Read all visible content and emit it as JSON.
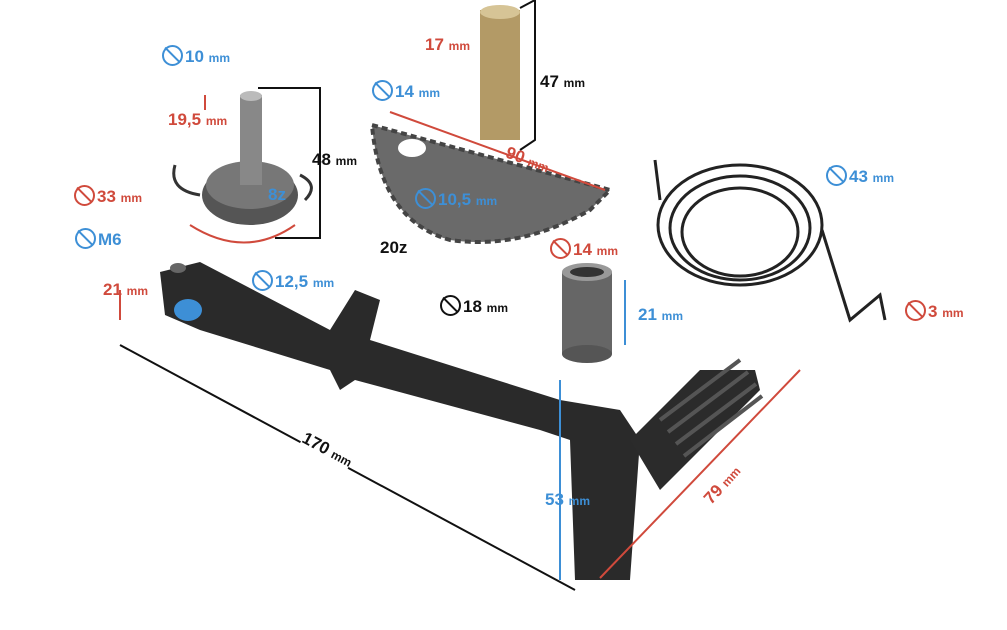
{
  "colors": {
    "red": "#d04a3c",
    "blue": "#3d8fd6",
    "black": "#111111",
    "part": "#2a2a2a"
  },
  "labels": {
    "d10": {
      "value": "10",
      "unit": "mm"
    },
    "h19_5": {
      "value": "19,5",
      "unit": "mm"
    },
    "h48": {
      "value": "48",
      "unit": "mm"
    },
    "z8": {
      "value": "8z"
    },
    "d33": {
      "value": "33",
      "unit": "mm"
    },
    "h17": {
      "value": "17",
      "unit": "mm"
    },
    "h47": {
      "value": "47",
      "unit": "mm"
    },
    "d14a": {
      "value": "14",
      "unit": "mm"
    },
    "l90": {
      "value": "90",
      "unit": "mm"
    },
    "d10_5": {
      "value": "10,5",
      "unit": "mm"
    },
    "z20": {
      "value": "20z"
    },
    "d43": {
      "value": "43",
      "unit": "mm"
    },
    "m6": {
      "value": "M6"
    },
    "h21a": {
      "value": "21",
      "unit": "mm"
    },
    "d12_5": {
      "value": "12,5",
      "unit": "mm"
    },
    "d14b": {
      "value": "14",
      "unit": "mm"
    },
    "d18": {
      "value": "18",
      "unit": "mm"
    },
    "h21b": {
      "value": "21",
      "unit": "mm"
    },
    "d3": {
      "value": "3",
      "unit": "mm"
    },
    "l170": {
      "value": "170",
      "unit": "mm"
    },
    "h53": {
      "value": "53",
      "unit": "mm"
    },
    "l79": {
      "value": "79",
      "unit": "mm"
    }
  }
}
